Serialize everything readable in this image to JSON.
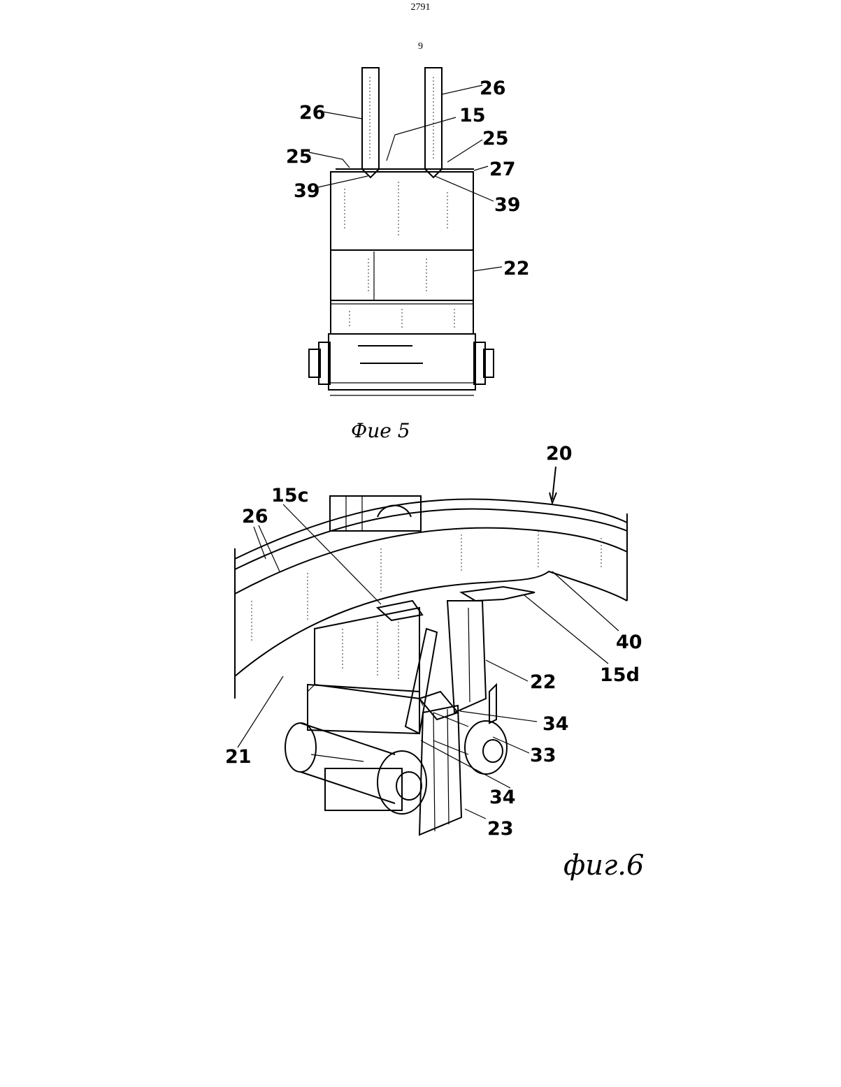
{
  "page": {
    "doc_number": "2791",
    "sheet_number": "9"
  },
  "figure5": {
    "caption": "Фие 5",
    "labels": {
      "l26_left": "26",
      "l26_right": "26",
      "l15": "15",
      "l25_left": "25",
      "l25_right": "25",
      "l27": "27",
      "l39_left": "39",
      "l39_right": "39",
      "l22": "22"
    }
  },
  "figure6": {
    "caption": "фиг.6",
    "labels": {
      "l20": "20",
      "l15c": "15c",
      "l26": "26",
      "l40": "40",
      "l15d": "15d",
      "l22": "22",
      "l21": "21",
      "l34_upper": "34",
      "l33": "33",
      "l34_lower": "34",
      "l23": "23"
    }
  }
}
